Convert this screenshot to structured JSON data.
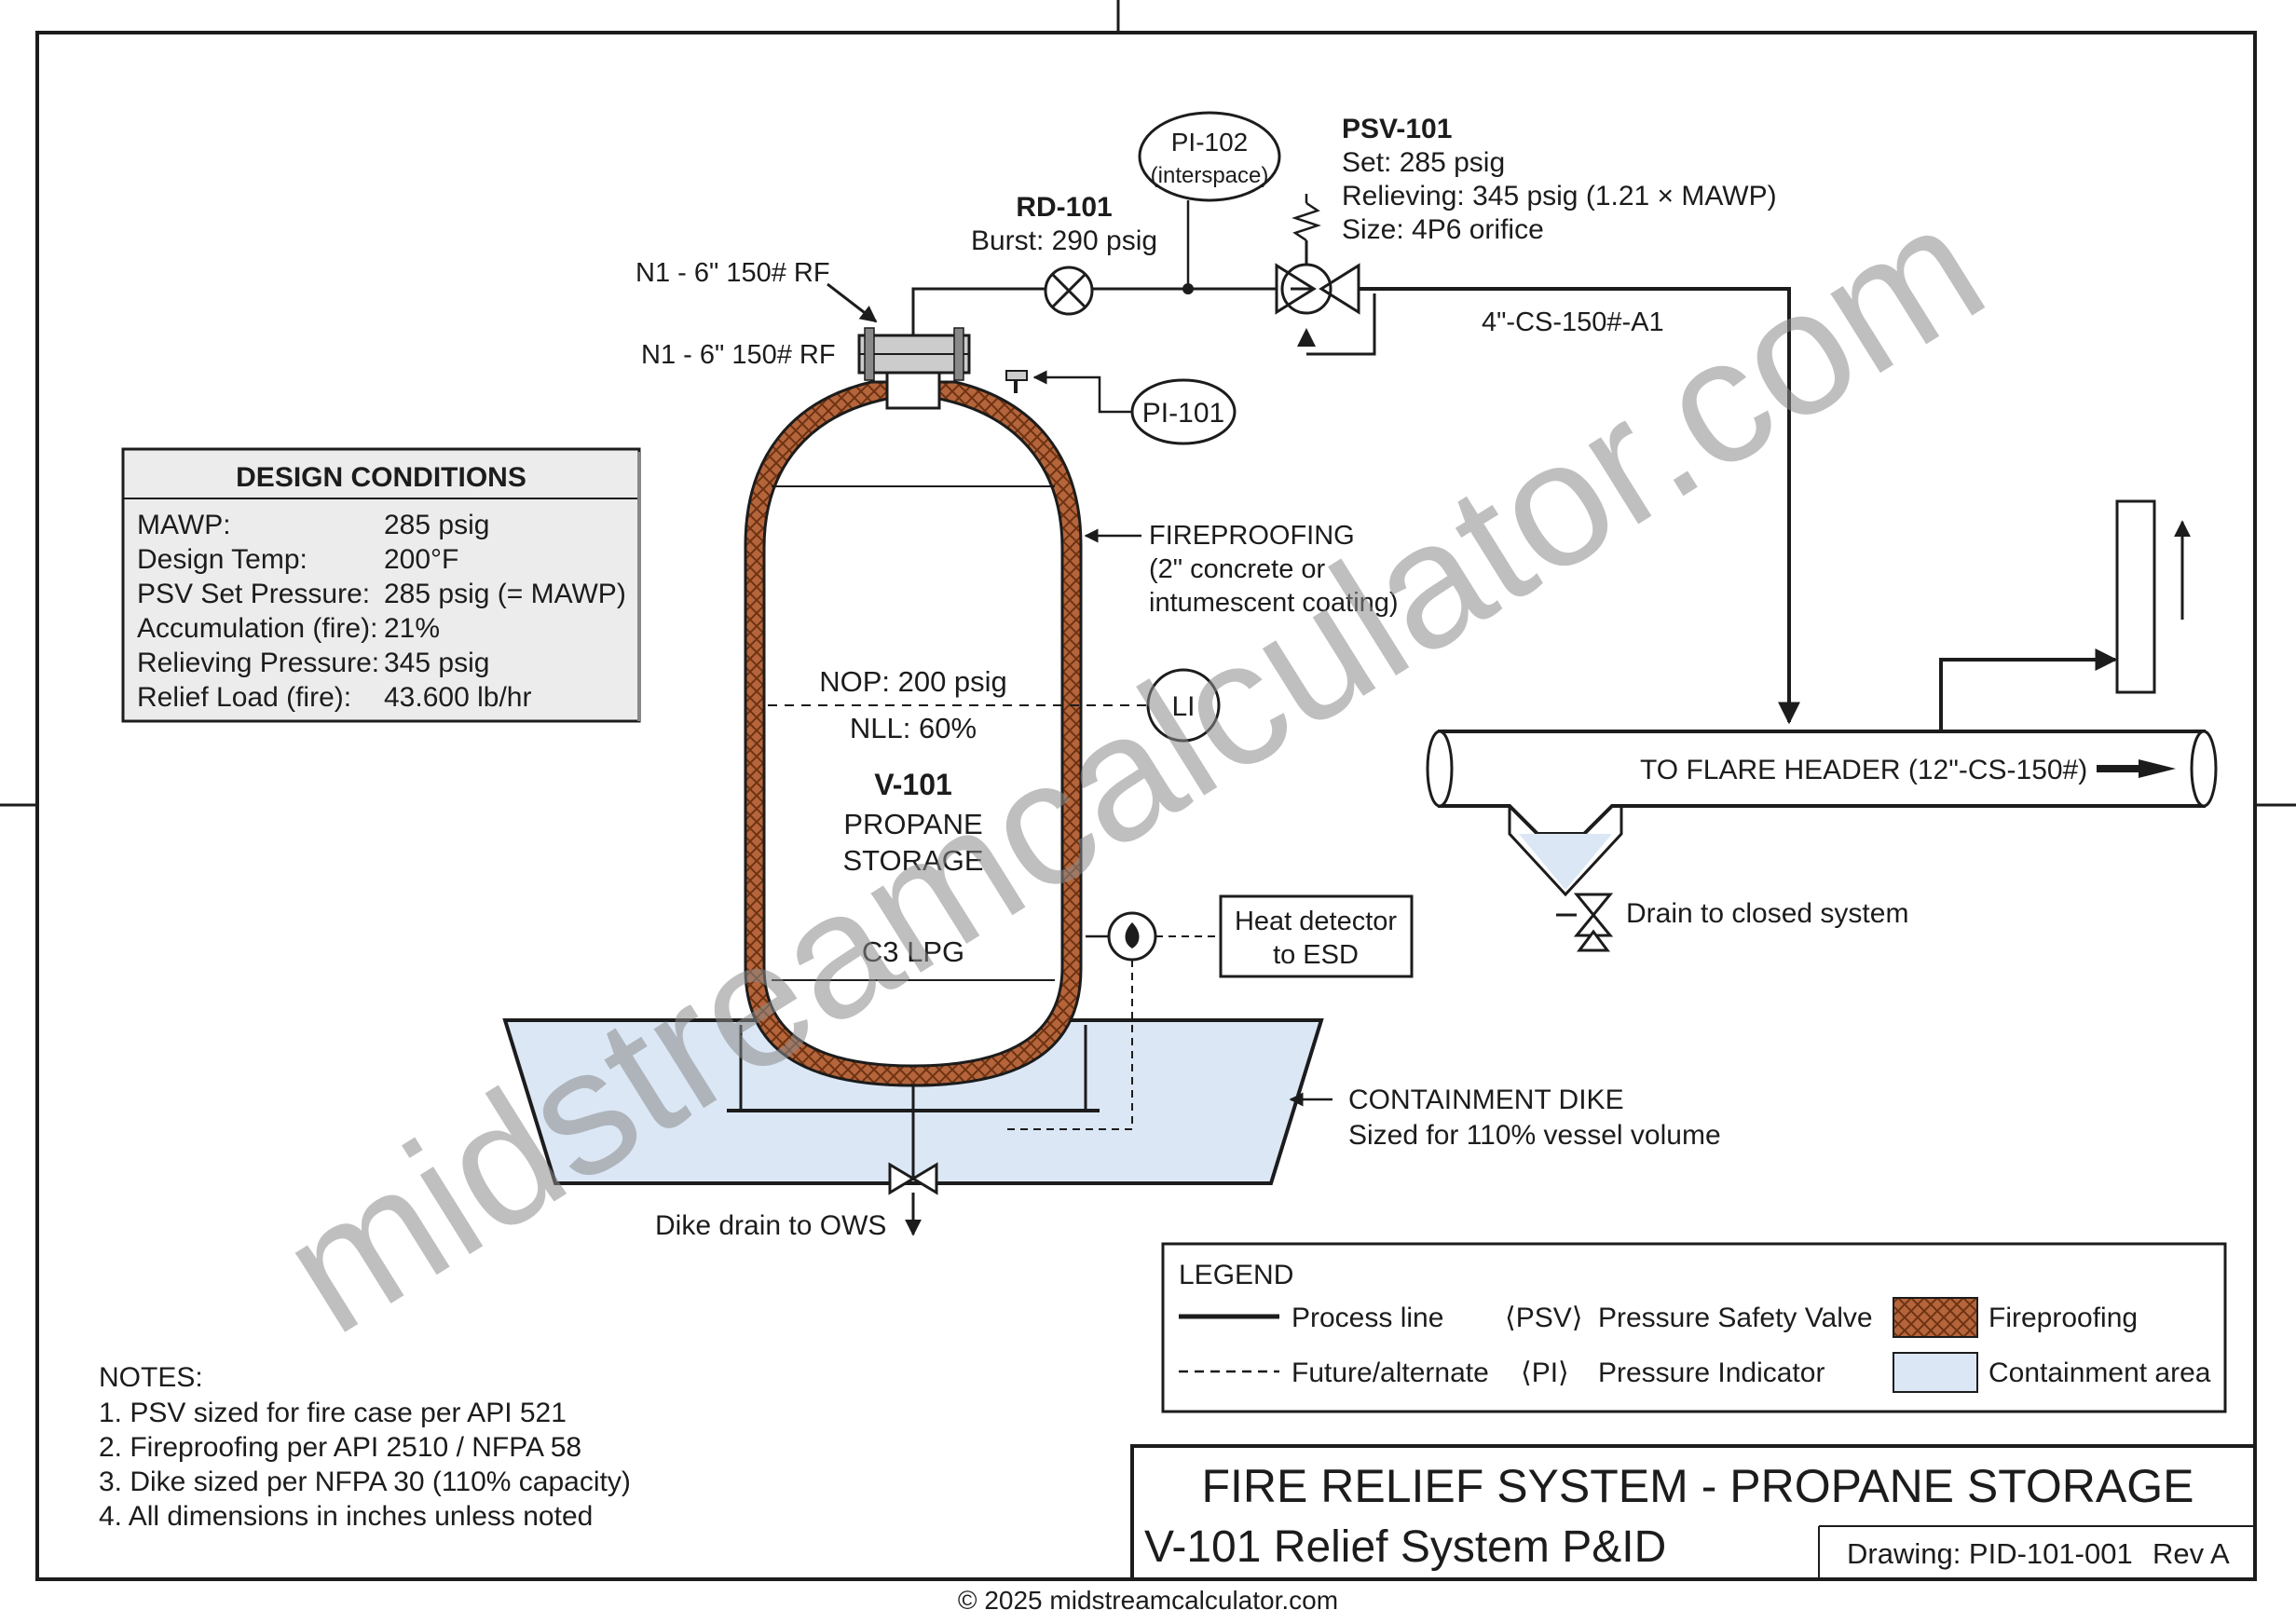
{
  "vessel": {
    "tag": "V-101",
    "line1": "PROPANE",
    "line2": "STORAGE",
    "content": "C3 LPG",
    "nop": "NOP: 200 psig",
    "nll": "NLL: 60%"
  },
  "nozzle": {
    "label_upper": "N1 - 6\" 150# RF",
    "label_lower": "N1 - 6\" 150# RF"
  },
  "instruments": {
    "pi101": "PI-101",
    "pi102": "PI-102",
    "pi102_sub": "(interspace)",
    "li": "LI"
  },
  "rupture_disc": {
    "tag": "RD-101",
    "burst": "Burst: 290 psig"
  },
  "psv": {
    "tag": "PSV-101",
    "set": "Set: 285 psig",
    "relieving": "Relieving: 345 psig (1.21 × MAWP)",
    "size": "Size: 4P6 orifice"
  },
  "outlet_line": "4\"-CS-150#-A1",
  "fireproofing": {
    "l1": "FIREPROOFING",
    "l2": "(2\" concrete or",
    "l3": "intumescent coating)"
  },
  "design_conditions": {
    "title": "DESIGN CONDITIONS",
    "rows": [
      {
        "label": "MAWP:",
        "value": "285 psig"
      },
      {
        "label": "Design Temp:",
        "value": "200°F"
      },
      {
        "label": "PSV Set Pressure:",
        "value": "285 psig (= MAWP)"
      },
      {
        "label": "Accumulation (fire):",
        "value": "21%"
      },
      {
        "label": "Relieving Pressure:",
        "value": "345 psig"
      },
      {
        "label": "Relief Load (fire):",
        "value": "43.600 lb/hr"
      }
    ]
  },
  "flare": {
    "header": "TO FLARE HEADER (12\"-CS-150#)",
    "drain": "Drain to closed system"
  },
  "heat_detector": {
    "l1": "Heat detector",
    "l2": "to ESD"
  },
  "dike": {
    "l1": "CONTAINMENT DIKE",
    "l2": "Sized for 110% vessel volume",
    "drain": "Dike drain to OWS"
  },
  "legend": {
    "title": "LEGEND",
    "process": "Process line",
    "future": "Future/alternate",
    "psv_sym": "⟨PSV⟩",
    "psv_text": "Pressure Safety Valve",
    "pi_sym": "⟨PI⟩",
    "pi_text": "Pressure Indicator",
    "fire": "Fireproofing",
    "contain": "Containment area"
  },
  "notes": {
    "title": "NOTES:",
    "items": [
      "1. PSV sized for fire case per API 521",
      "2. Fireproofing per API 2510 / NFPA 58",
      "3. Dike sized per NFPA 30 (110% capacity)",
      "4. All dimensions in inches unless noted"
    ]
  },
  "title_block": {
    "title": "FIRE RELIEF SYSTEM - PROPANE STORAGE",
    "subtitle": "V-101 Relief System P&ID",
    "drawing": "Drawing: PID-101-001",
    "rev": "Rev A"
  },
  "watermark": "midstreamcalculator.com",
  "copyright": "© 2025 midstreamcalculator.com",
  "colors": {
    "fireproofing": "#b5653b",
    "containment": "#dbe7f5",
    "box_fill": "#ececec"
  }
}
